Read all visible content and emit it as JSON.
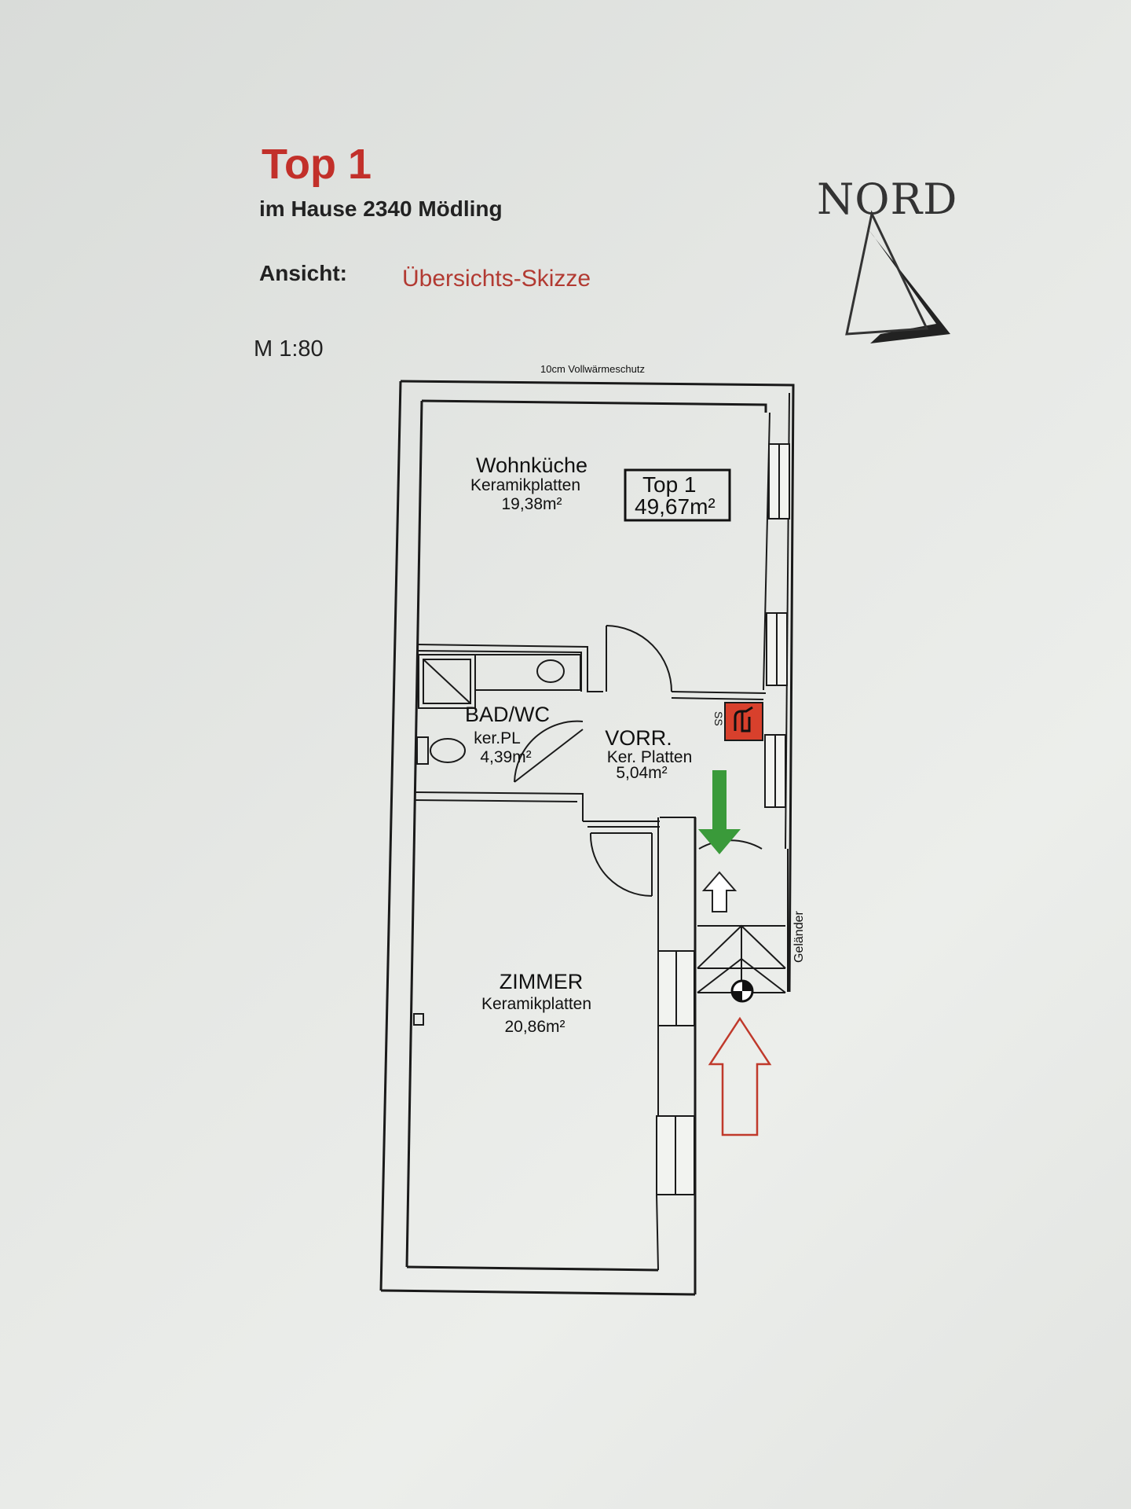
{
  "header": {
    "title": "Top 1",
    "subtitle": "im Hause 2340 Mödling",
    "ansicht_label": "Ansicht:",
    "ansicht_value": "Übersichts-Skizze",
    "scale": "M 1:80"
  },
  "compass": {
    "label": "NORD",
    "icon": "north-arrow-icon"
  },
  "plan": {
    "insulation_note": "10cm Vollwärmeschutz",
    "total": {
      "name": "Top 1",
      "area": "49,67m²"
    },
    "rooms": [
      {
        "name": "Wohnküche",
        "floor": "Keramikplatten",
        "area": "19,38m²"
      },
      {
        "name": "BAD/WC",
        "floor": "ker.PL",
        "area": "4,39m²"
      },
      {
        "name": "VORR.",
        "floor": "Ker. Platten",
        "area": "5,04m²"
      },
      {
        "name": "ZIMMER",
        "floor": "Keramikplatten",
        "area": "20,86m²"
      }
    ],
    "railing_label": "Geländer",
    "ss_label": "SS",
    "colors": {
      "fire_extinguisher": "#d8402c",
      "entry_arrow": "#3a9a3a",
      "access_arrow": "#c0392b",
      "title": "#c2302a"
    }
  }
}
